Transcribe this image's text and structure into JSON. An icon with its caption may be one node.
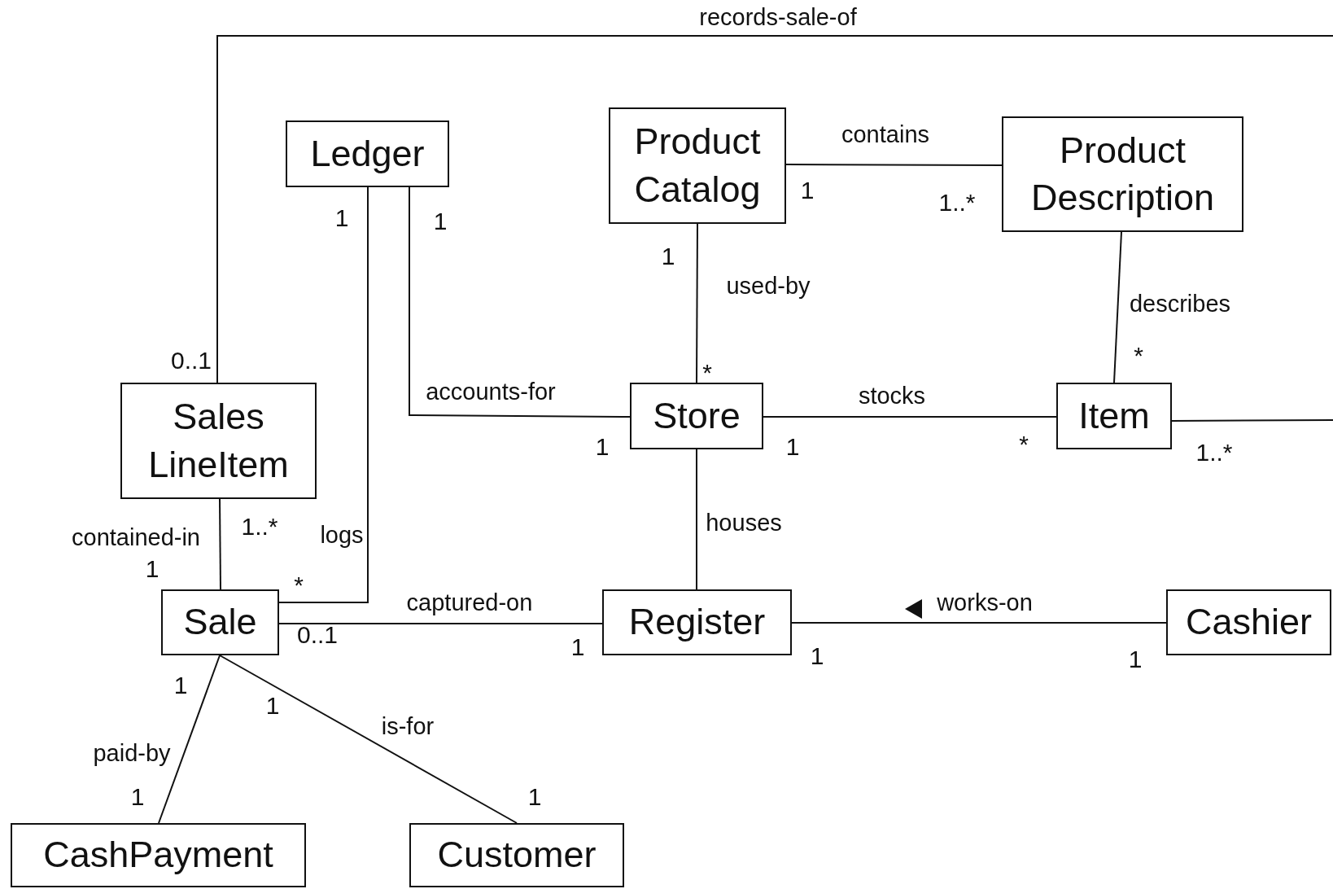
{
  "diagram": {
    "nodes": [
      {
        "text": [
          "Ledger"
        ]
      },
      {
        "text": [
          "Product Catalog"
        ]
      },
      {
        "text": [
          "Product Description"
        ]
      },
      {
        "text": [
          "Sales LineItem"
        ]
      },
      {
        "text": [
          "Store"
        ]
      },
      {
        "text": [
          "Item"
        ]
      },
      {
        "text": [
          "Sale"
        ]
      },
      {
        "text": [
          "Register"
        ]
      },
      {
        "text": [
          "Cashier"
        ]
      },
      {
        "text": [
          "CashPayment"
        ]
      },
      {
        "text": [
          "Customer"
        ]
      }
    ],
    "edges": [
      {
        "from": 3,
        "to": null,
        "arrow": "none",
        "label": "records-sale-of"
      },
      {
        "from": 1,
        "to": 2,
        "arrow": "none",
        "label": "contains"
      },
      {
        "from": 1,
        "to": 4,
        "arrow": "none",
        "label": "used-by"
      },
      {
        "from": 2,
        "to": 5,
        "arrow": "none",
        "label": "describes"
      },
      {
        "from": 0,
        "to": 4,
        "arrow": "none",
        "label": "accounts-for"
      },
      {
        "from": 0,
        "to": 6,
        "arrow": "none",
        "label": "logs"
      },
      {
        "from": 4,
        "to": 5,
        "arrow": "none",
        "label": "stocks"
      },
      {
        "from": 5,
        "to": null,
        "arrow": "none"
      },
      {
        "from": 3,
        "to": 6,
        "arrow": "none",
        "label": "contained-in"
      },
      {
        "from": 4,
        "to": 7,
        "arrow": "none",
        "label": "houses"
      },
      {
        "from": 6,
        "to": 7,
        "arrow": "none",
        "label": "captured-on"
      },
      {
        "from": 8,
        "to": 7,
        "arrow": "none",
        "label": "works-on"
      },
      {
        "from": 6,
        "to": 9,
        "arrow": "none",
        "label": "paid-by"
      },
      {
        "from": 6,
        "to": 10,
        "arrow": "none",
        "label": "is-for"
      }
    ],
    "labels": [
      "1",
      "1..*",
      "1",
      "1",
      "1",
      "0..1",
      "*",
      "*",
      "1",
      "1",
      "*",
      "1..*",
      "1..*",
      "1",
      "*",
      "0..1",
      "1",
      "1",
      "1",
      "1",
      "1",
      "1",
      "1"
    ]
  }
}
